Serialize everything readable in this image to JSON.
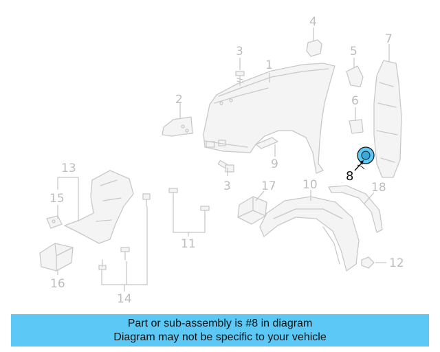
{
  "highlight_color": "#5bc8f5",
  "part_color": "#c8c8c8",
  "callouts": {
    "n1": "1",
    "n2": "2",
    "n3a": "3",
    "n3b": "3",
    "n4": "4",
    "n5": "5",
    "n6": "6",
    "n7": "7",
    "n8": "8",
    "n9": "9",
    "n10": "10",
    "n11": "11",
    "n12": "12",
    "n13": "13",
    "n14": "14",
    "n15": "15",
    "n16": "16",
    "n17": "17",
    "n18": "18"
  },
  "caption": {
    "line1": "Part or sub-assembly is #8 in diagram",
    "line2": "Diagram may not be specific to your vehicle"
  }
}
